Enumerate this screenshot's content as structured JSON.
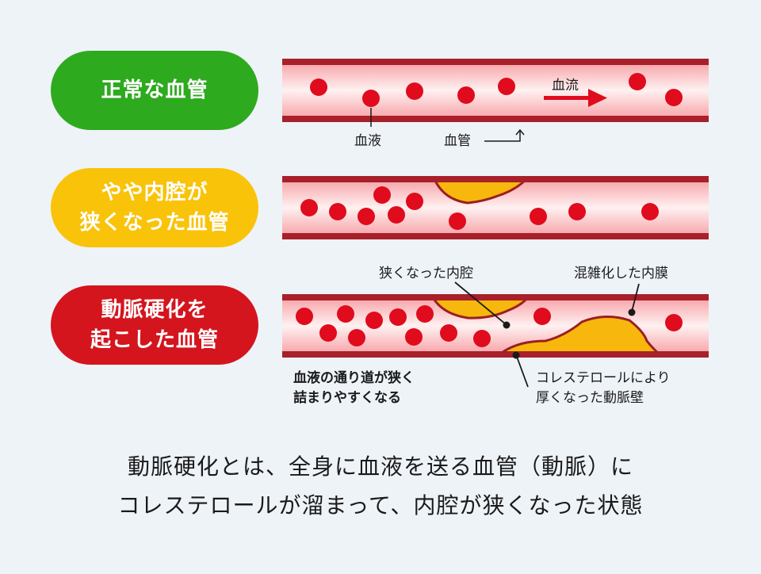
{
  "labels": {
    "normal": "正常な血管",
    "narrowing_line1": "やや内腔が",
    "narrowing_line2": "狭くなった血管",
    "hardened_line1": "動脈硬化を",
    "hardened_line2": "起こした血管"
  },
  "annotations": {
    "blood_flow": "血流",
    "blood": "血液",
    "vessel": "血管",
    "narrowed_lumen": "狭くなった内腔",
    "mixed_intima": "混雑化した内膜",
    "passage_line1": "血液の通り道が狭く",
    "passage_line2": "詰まりやすくなる",
    "wall_line1": "コレステロールにより",
    "wall_line2": "厚くなった動脈壁"
  },
  "caption": {
    "line1": "動脈硬化とは、全身に血液を送る血管（動脈）に",
    "line2": "コレステロールが溜まって、内腔が狭くなった状態"
  },
  "colors": {
    "green": "#2eaa1f",
    "yellow": "#f9c30a",
    "red": "#d4151e",
    "vessel_wall": "#a8202a",
    "blood_cell": "#e00b1c",
    "plaque": "#f7b70c"
  }
}
